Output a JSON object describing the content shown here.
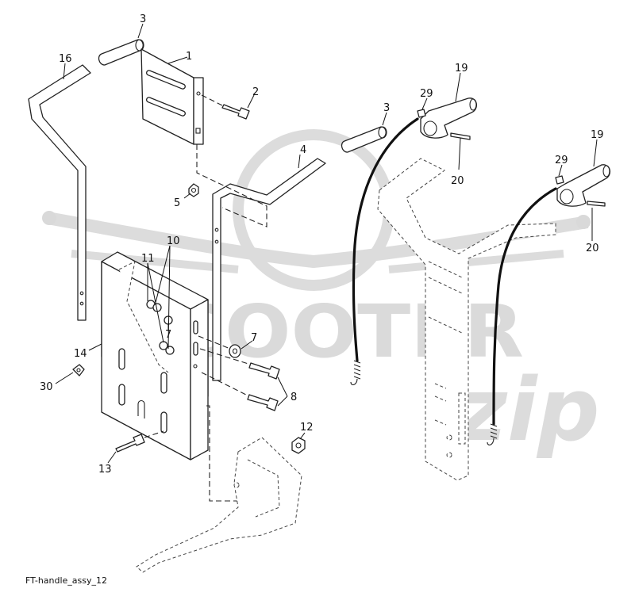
{
  "watermark": {
    "brand_text": "SCOOTER",
    "script_text": "zip",
    "color": "#d9d9d9"
  },
  "caption": "FT-handle_assy_12",
  "callouts": [
    {
      "id": "label-1",
      "text": "1"
    },
    {
      "id": "label-2",
      "text": "2"
    },
    {
      "id": "label-3a",
      "text": "3"
    },
    {
      "id": "label-3b",
      "text": "3"
    },
    {
      "id": "label-4",
      "text": "4"
    },
    {
      "id": "label-5",
      "text": "5"
    },
    {
      "id": "label-7a",
      "text": "7"
    },
    {
      "id": "label-7b",
      "text": "7"
    },
    {
      "id": "label-8",
      "text": "8"
    },
    {
      "id": "label-10",
      "text": "10"
    },
    {
      "id": "label-11",
      "text": "11"
    },
    {
      "id": "label-12",
      "text": "12"
    },
    {
      "id": "label-13",
      "text": "13"
    },
    {
      "id": "label-14",
      "text": "14"
    },
    {
      "id": "label-16",
      "text": "16"
    },
    {
      "id": "label-19a",
      "text": "19"
    },
    {
      "id": "label-19b",
      "text": "19"
    },
    {
      "id": "label-20a",
      "text": "20"
    },
    {
      "id": "label-20b",
      "text": "20"
    },
    {
      "id": "label-29a",
      "text": "29"
    },
    {
      "id": "label-29b",
      "text": "29"
    },
    {
      "id": "label-30",
      "text": "30"
    }
  ]
}
